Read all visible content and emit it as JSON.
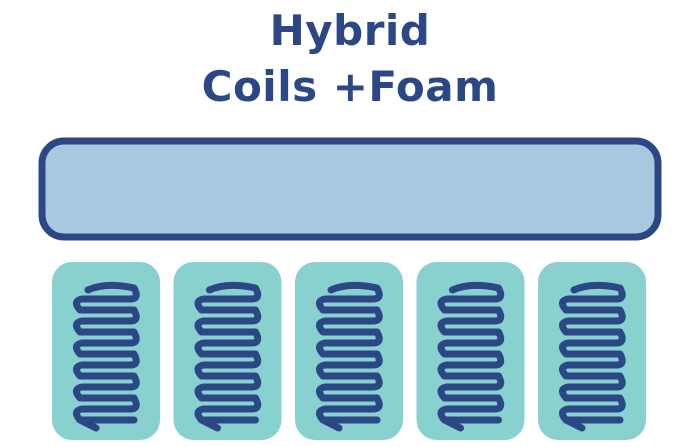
{
  "title": {
    "line1": "Hybrid",
    "line2": "Coils +Foam"
  },
  "colors": {
    "text": "#2b4785",
    "foam_fill": "#a9c8df",
    "foam_border": "#2b4785",
    "coil_pocket": "#88d1cf",
    "coil_spring": "#2b4785"
  },
  "coil_count": 5
}
